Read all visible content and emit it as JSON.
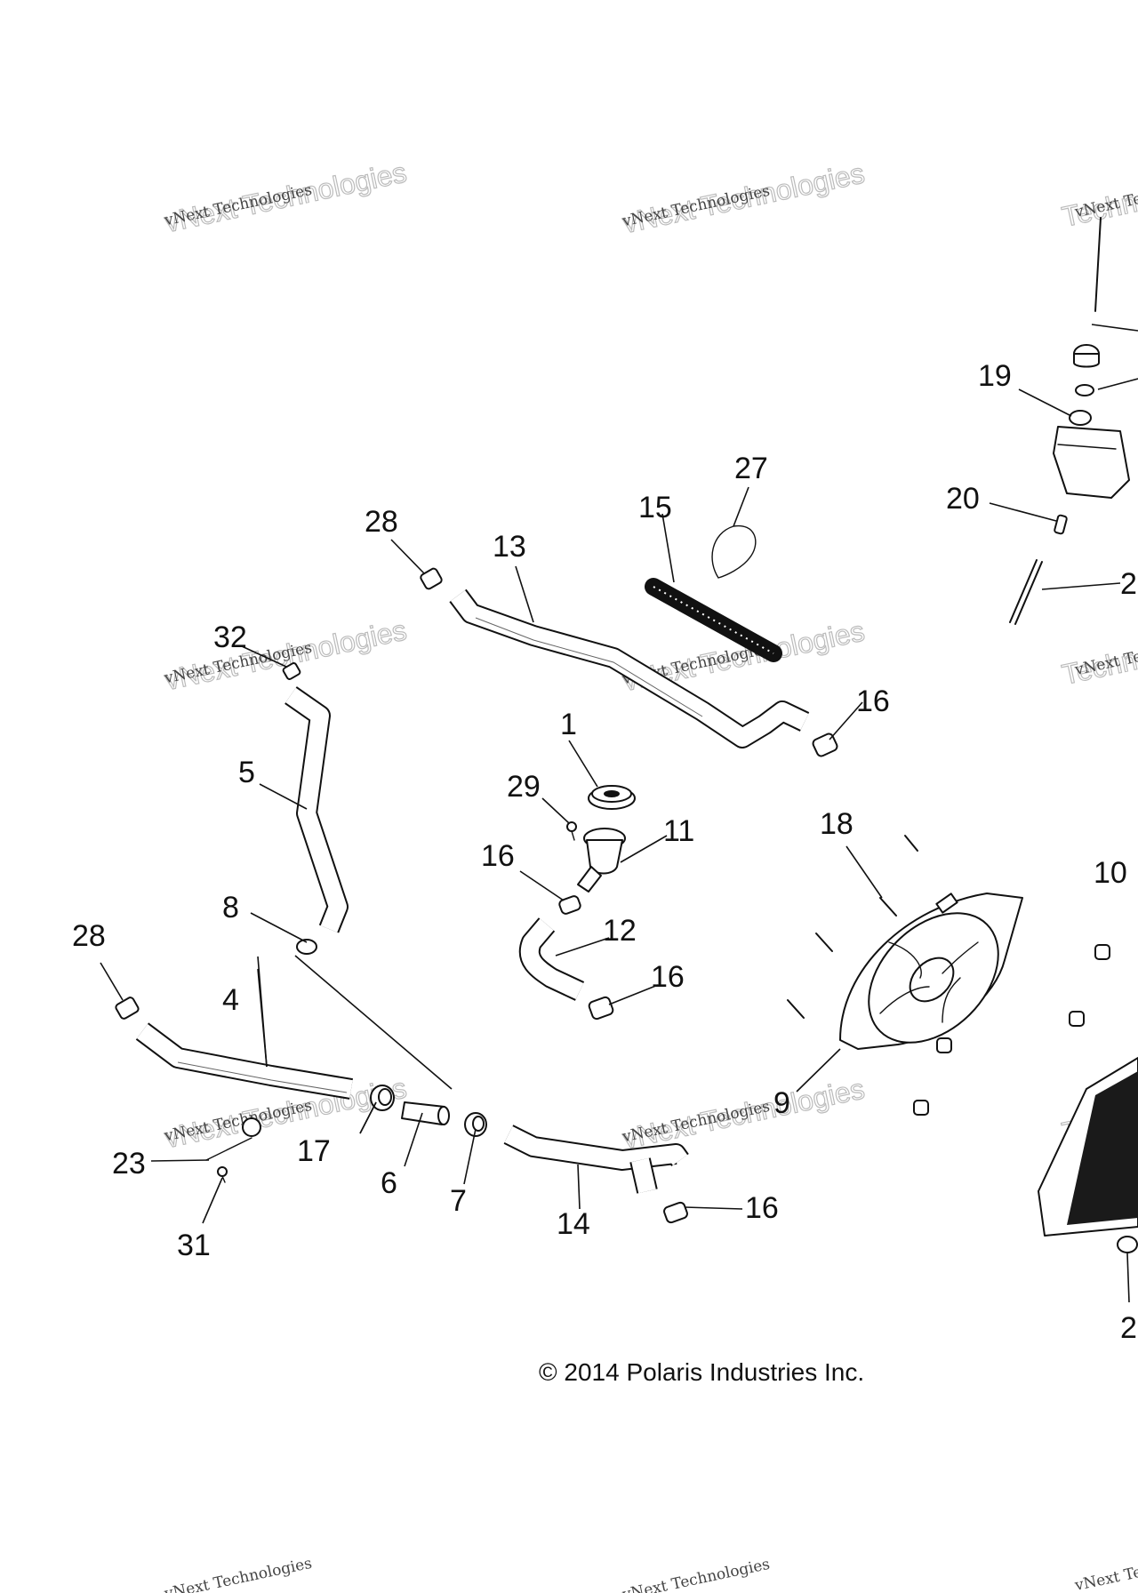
{
  "copyright": "© 2014 Polaris Industries Inc.",
  "watermark": {
    "line1": "vNext Technologies",
    "line2": "vNext Technologies",
    "line3": "Technologies"
  },
  "callouts": {
    "c1": "1",
    "c4": "4",
    "c5": "5",
    "c6": "6",
    "c7": "7",
    "c8": "8",
    "c9": "9",
    "c10": "10",
    "c11": "11",
    "c12": "12",
    "c13": "13",
    "c14": "14",
    "c15": "15",
    "c16a": "16",
    "c16b": "16",
    "c16c": "16",
    "c16d": "16",
    "c17": "17",
    "c18": "18",
    "c19": "19",
    "c20": "20",
    "c21": "2",
    "c22": "2",
    "c23": "23",
    "c27": "27",
    "c28a": "28",
    "c28b": "28",
    "c29": "29",
    "c31": "31",
    "c32": "32"
  }
}
